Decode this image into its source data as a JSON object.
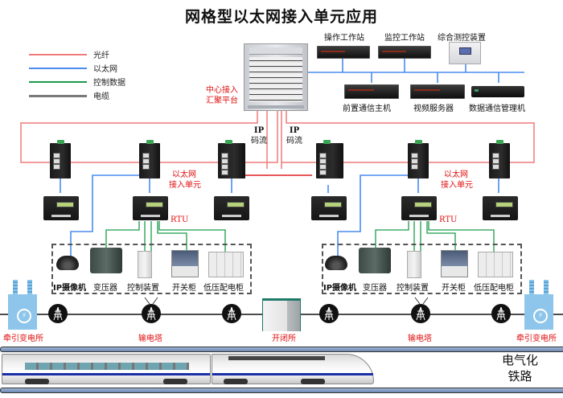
{
  "title": "网格型以太网接入单元应用",
  "legend": [
    {
      "label": "光纤",
      "color": "#f07a7a"
    },
    {
      "label": "以太网",
      "color": "#4a8cf0"
    },
    {
      "label": "控制数据",
      "color": "#1a9a4a"
    },
    {
      "label": "电缆",
      "color": "#7a7a7a"
    }
  ],
  "center": {
    "platform_line1": "中心接入",
    "platform_line2": "汇聚平台"
  },
  "top_devices": {
    "operator_ws": "操作工作站",
    "monitor_ws": "监控工作站",
    "integrated_device": "综合测控装置",
    "front_comm_host": "前置通信主机",
    "video_server": "视频服务器",
    "data_comm_manager": "数据通信管理机"
  },
  "ip_stream": {
    "left_line1": "IP",
    "left_line2": "码流",
    "right_line1": "IP",
    "right_line2": "码流"
  },
  "access_unit": {
    "left_line1": "以太网",
    "left_line2": "接入单元",
    "right_line1": "以太网",
    "right_line2": "接入单元"
  },
  "rtu_label": "RTU",
  "field_devices": [
    "IP摄像机",
    "变压器",
    "控制装置",
    "开关柜",
    "低压配电柜"
  ],
  "line_objects": {
    "substation": "牵引变电所",
    "tower": "输电塔",
    "switching_station": "开闭所"
  },
  "railway": {
    "line1": "电气化",
    "line2": "铁路"
  },
  "colors": {
    "fiber": "#f07a7a",
    "ethernet": "#4a8cf0",
    "control": "#1a9a4a",
    "cable": "#7a7a7a",
    "accent_red": "#e01010"
  }
}
